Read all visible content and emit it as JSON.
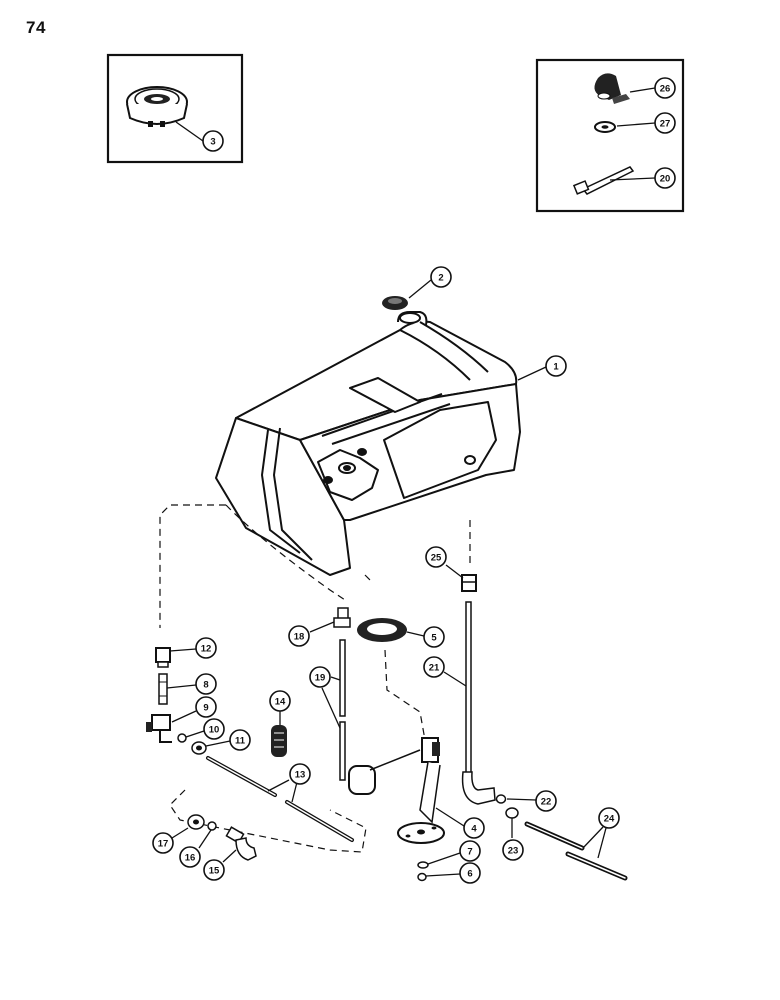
{
  "page": {
    "number": "74"
  },
  "callouts": {
    "c1": "1",
    "c2": "2",
    "c3": "3",
    "c4": "4",
    "c5": "5",
    "c6": "6",
    "c7": "7",
    "c8": "8",
    "c9": "9",
    "c10": "10",
    "c11": "11",
    "c12": "12",
    "c13": "13",
    "c14": "14",
    "c15": "15",
    "c16": "16",
    "c17": "17",
    "c18": "18",
    "c19": "19",
    "c20": "20",
    "c21": "21",
    "c22": "22",
    "c23": "23",
    "c24": "24",
    "c25": "25",
    "c26": "26",
    "c27": "27"
  }
}
